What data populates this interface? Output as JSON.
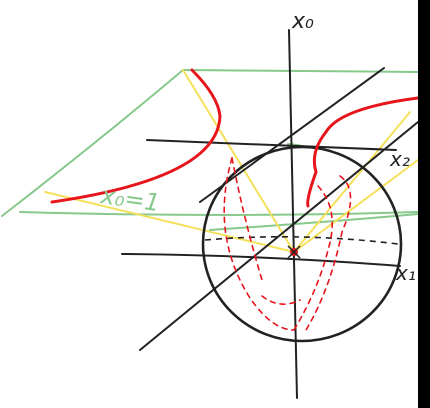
{
  "labels": {
    "axis_top": "x₀",
    "axis_right": "x₁",
    "axis_diag": "x₂",
    "plane": "x₀=1"
  },
  "colors": {
    "background": "#ffffff",
    "frame": "#000000",
    "ink": "#222222",
    "plane": "#86c98a",
    "hyperbola": "#e8141b",
    "rays": "#f5e05a"
  }
}
